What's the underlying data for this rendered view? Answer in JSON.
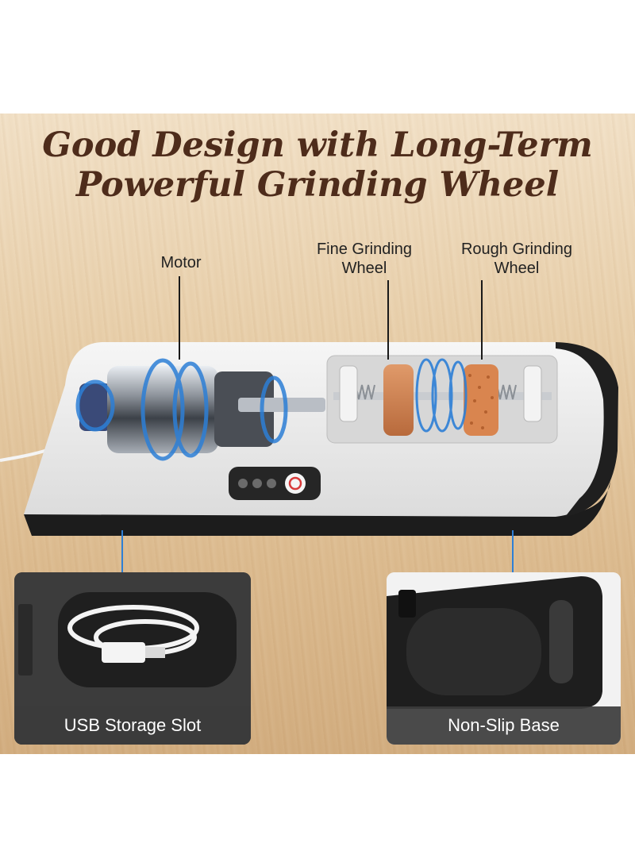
{
  "headline": {
    "line1": "Good Design with Long-Term",
    "line2": "Powerful Grinding Wheel"
  },
  "callouts": {
    "motor": "Motor",
    "fine_line1": "Fine Grinding",
    "fine_line2": "Wheel",
    "rough_line1": "Rough Grinding",
    "rough_line2": "Wheel"
  },
  "panels": {
    "usb_label": "USB Storage Slot",
    "base_label": "Non-Slip Base"
  },
  "colors": {
    "headline": "#4e2c1b",
    "accent_blue": "#2d7fd6",
    "power_red": "#d83a3a"
  }
}
